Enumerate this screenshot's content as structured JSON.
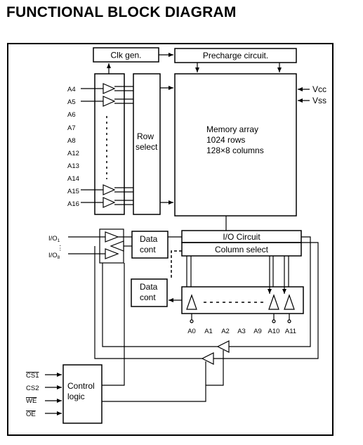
{
  "title": "FUNCTIONAL BLOCK DIAGRAM",
  "blocks": {
    "clk_gen": "Clk gen.",
    "precharge": "Precharge circuit.",
    "row_select_line1": "Row",
    "row_select_line2": "select",
    "memory_line1": "Memory array",
    "memory_line2": "1024 rows",
    "memory_line3": "128×8 columns",
    "data_cont_line1": "Data",
    "data_cont_line2": "cont",
    "io_circuit": "I/O Circuit",
    "column_select": "Column select",
    "control_line1": "Control",
    "control_line2": "logic"
  },
  "power": {
    "vcc": "Vcc",
    "vss": "Vss"
  },
  "row_address_pins": [
    "A4",
    "A5",
    "A6",
    "A7",
    "A8",
    "A12",
    "A13",
    "A14",
    "A15",
    "A16"
  ],
  "column_address_pins": [
    "A0",
    "A1",
    "A2",
    "A3",
    "A9",
    "A10",
    "A11"
  ],
  "io_pins": {
    "io1": "I/O1",
    "io8": "I/O8"
  },
  "control_pins": [
    "CS1",
    "CS2",
    "WE",
    "OE"
  ]
}
